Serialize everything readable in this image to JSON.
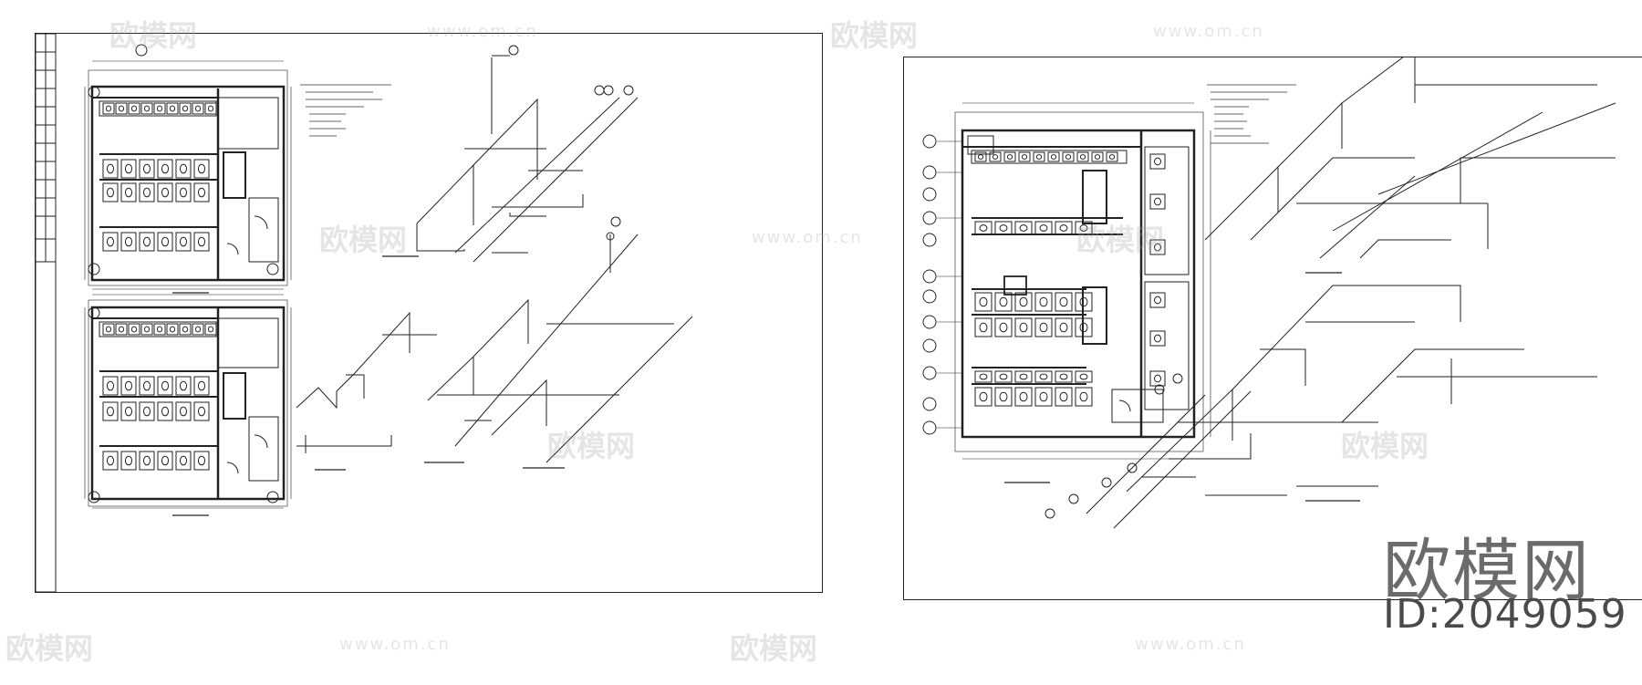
{
  "watermark": {
    "logo_text": "欧模网",
    "url_text": "www.om.cn"
  },
  "stamp": {
    "logo_text": "欧模网",
    "id_text": "ID:2049059"
  },
  "sheets": [
    {
      "name": "left-sheet",
      "drawings": [
        "floor-plan-upper",
        "floor-plan-lower",
        "pipe-isometric-upper",
        "pipe-isometric-lower"
      ]
    },
    {
      "name": "right-sheet",
      "drawings": [
        "floor-plan-large",
        "pipe-isometric-upper",
        "pipe-isometric-lower"
      ]
    }
  ]
}
